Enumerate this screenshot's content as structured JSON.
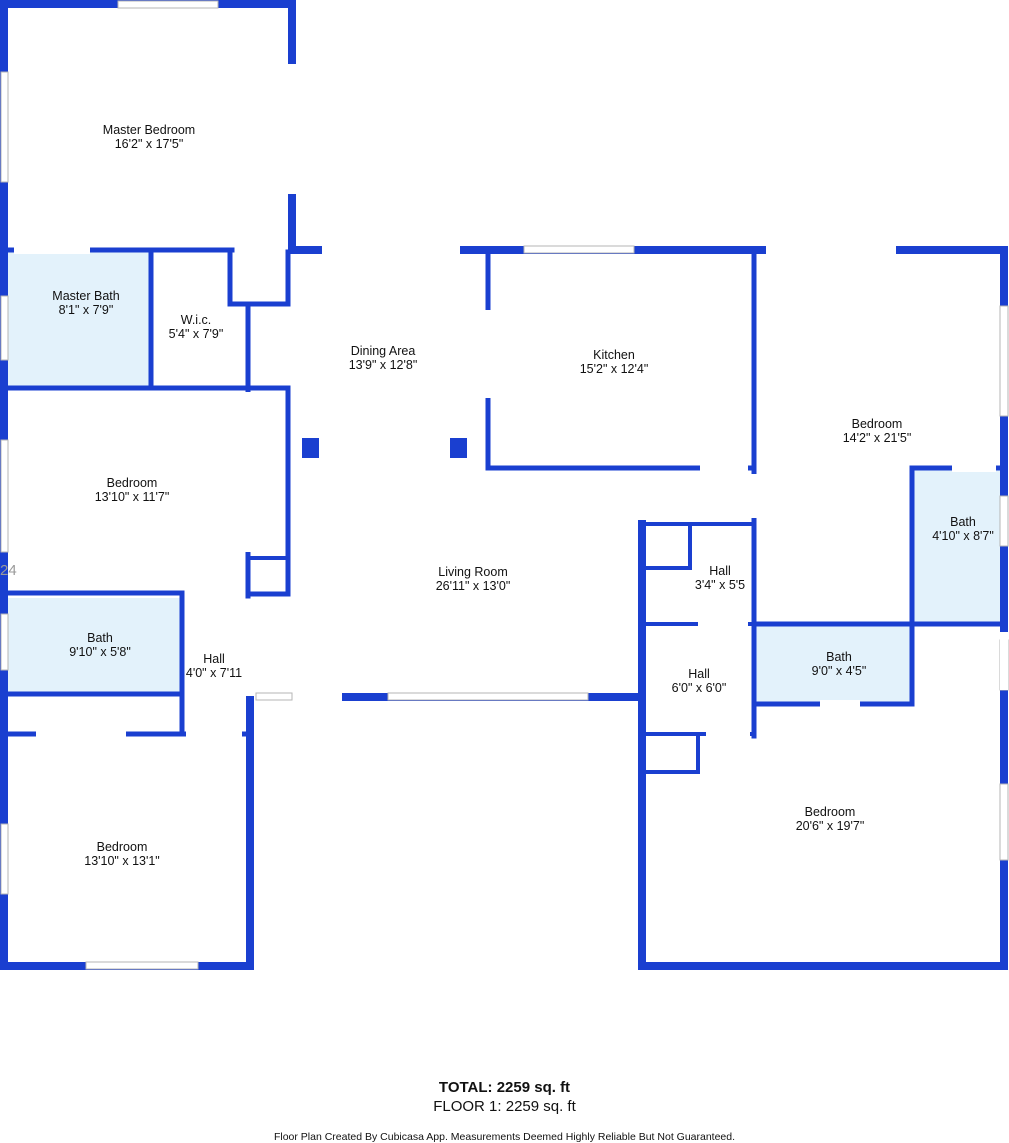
{
  "colors": {
    "wall": "#1a3fd0",
    "bath_fill": "#e3f2fb",
    "window": "#c8c8c8"
  },
  "rooms": {
    "master_bedroom": {
      "name": "Master Bedroom",
      "size": "16'2\" x 17'5\""
    },
    "master_bath": {
      "name": "Master Bath",
      "size": "8'1\" x 7'9\""
    },
    "wic": {
      "name": "W.i.c.",
      "size": "5'4\" x 7'9\""
    },
    "dining_area": {
      "name": "Dining Area",
      "size": "13'9\" x 12'8\""
    },
    "kitchen": {
      "name": "Kitchen",
      "size": "15'2\" x 12'4\""
    },
    "bedroom_right_top": {
      "name": "Bedroom",
      "size": "14'2\" x 21'5\""
    },
    "bedroom_left_mid": {
      "name": "Bedroom",
      "size": "13'10\" x 11'7\""
    },
    "bath_right_top": {
      "name": "Bath",
      "size": "4'10\" x 8'7\""
    },
    "living_room": {
      "name": "Living Room",
      "size": "26'11\" x 13'0\""
    },
    "hall_center_top": {
      "name": "Hall",
      "size": "3'4\" x 5'5"
    },
    "bath_left": {
      "name": "Bath",
      "size": "9'10\" x 5'8\""
    },
    "hall_left": {
      "name": "Hall",
      "size": "4'0\" x 7'11"
    },
    "bath_right_mid": {
      "name": "Bath",
      "size": "9'0\" x 4'5\""
    },
    "hall_center_bottom": {
      "name": "Hall",
      "size": "6'0\" x 6'0\""
    },
    "bedroom_left_bottom": {
      "name": "Bedroom",
      "size": "13'10\" x 13'1\""
    },
    "bedroom_right_bottom": {
      "name": "Bedroom",
      "size": "20'6\" x 19'7\""
    }
  },
  "edge_mark": "24",
  "footer": {
    "total": "TOTAL: 2259 sq. ft",
    "floor": "FLOOR 1: 2259 sq. ft",
    "credit": "Floor Plan Created By Cubicasa App. Measurements Deemed Highly Reliable But Not Guaranteed."
  }
}
